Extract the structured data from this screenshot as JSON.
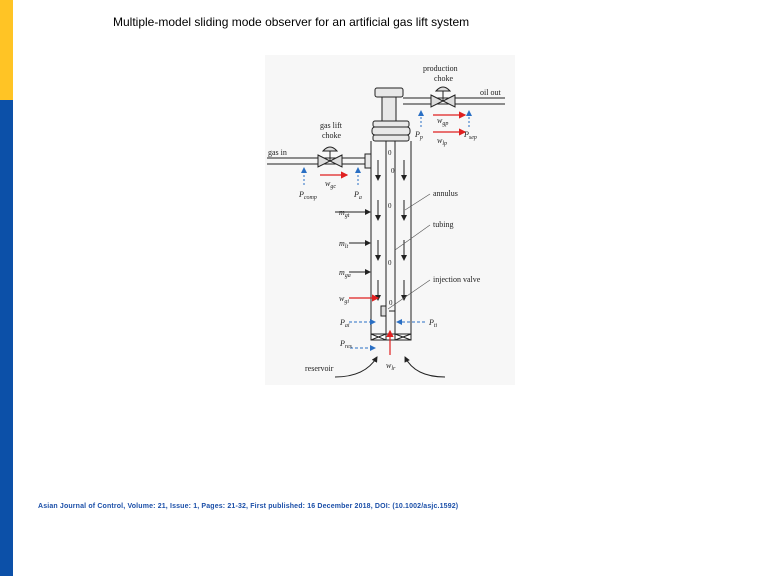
{
  "slide": {
    "title": "Multiple-model sliding mode observer for an artificial gas lift system",
    "citation": "Asian Journal of Control, Volume: 21, Issue: 1, Pages: 21-32, First published: 16 December 2018, DOI: (10.1002/asjc.1592)"
  },
  "diagram": {
    "labels": {
      "production_choke_1": "production",
      "production_choke_2": "choke",
      "oil_out": "oil out",
      "gas_lift_choke_1": "gas lift",
      "gas_lift_choke_2": "choke",
      "gas_in": "gas in",
      "annulus": "annulus",
      "tubing": "tubing",
      "injection_valve": "injection valve",
      "reservoir": "reservoir"
    },
    "symbols": {
      "w_gp": "w",
      "w_gp_sub": "gp",
      "w_lp": "w",
      "w_lp_sub": "lp",
      "P_p": "P",
      "P_p_sub": "p",
      "P_sep": "P",
      "P_sep_sub": "sep",
      "w_gc": "w",
      "w_gc_sub": "gc",
      "P_comp": "P",
      "P_comp_sub": "comp",
      "P_a": "P",
      "P_a_sub": "a",
      "m_gt": "m",
      "m_gt_sub": "gt",
      "m_lt": "m",
      "m_lt_sub": "lt",
      "m_ga": "m",
      "m_ga_sub": "ga",
      "w_gi": "w",
      "w_gi_sub": "gi",
      "P_ai": "P",
      "P_ai_sub": "ai",
      "P_ti": "P",
      "P_ti_sub": "ti",
      "P_res": "P",
      "P_res_sub": "res",
      "w_lr": "w",
      "w_lr_sub": "lr"
    },
    "colors": {
      "red_arrow": "#e02020",
      "blue_arrow": "#2a6fc4",
      "line": "#222222"
    }
  }
}
